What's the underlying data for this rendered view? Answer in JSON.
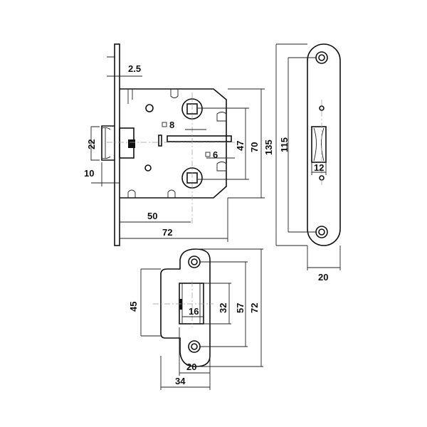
{
  "title": "Mortise latch lock technical drawing",
  "lock_body": {
    "faceplate_thickness": "2.5",
    "latch_height": "22",
    "latch_projection": "10",
    "spindle_square": "8",
    "lower_square": "6",
    "spindle_spacing": "47",
    "body_height_inner": "70",
    "body_height": "135",
    "backset": "50",
    "body_depth": "72"
  },
  "faceplate": {
    "screw_spacing": "115",
    "latch_slot_width": "12",
    "width": "20"
  },
  "strike_plate": {
    "box_height": "45",
    "window_width": "16",
    "window_height": "32",
    "screw_spacing": "57",
    "height": "72",
    "width_inner": "20",
    "width": "34"
  }
}
